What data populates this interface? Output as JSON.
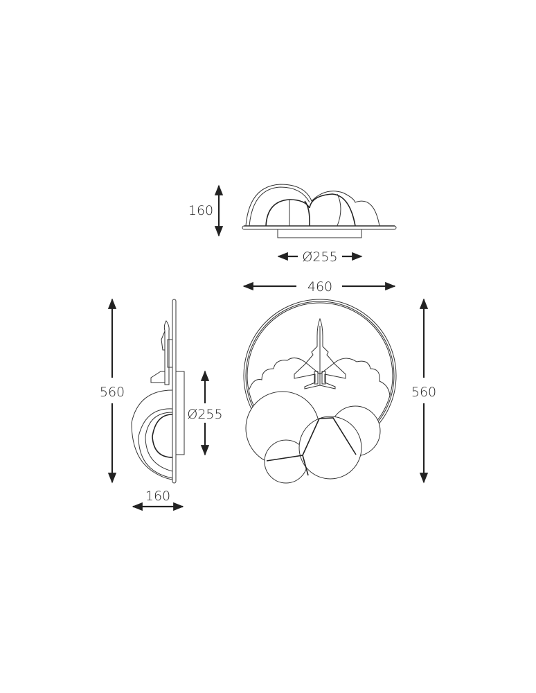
{
  "dimensions": {
    "top_height": "160",
    "top_diameter": "Ø255",
    "front_width": "460",
    "front_height": "560",
    "side_height": "560",
    "side_diameter": "Ø255",
    "side_depth": "160"
  },
  "colors": {
    "line": "#222222",
    "background": "#ffffff"
  }
}
